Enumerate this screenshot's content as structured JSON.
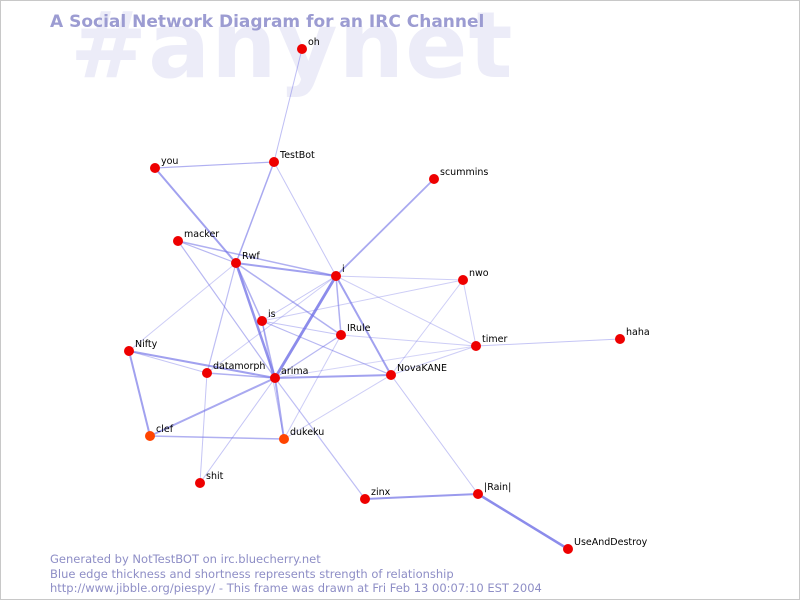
{
  "header": {
    "title": "A Social Network Diagram for an IRC Channel",
    "channel_watermark": "#anynet"
  },
  "footer": {
    "line1": "Generated by NotTestBOT on irc.bluecherry.net",
    "line2": "Blue edge thickness and shortness represents strength of relationship",
    "line3": "http://www.jibble.org/piespy/ - This frame was drawn at Fri Feb 13 00:07:10 EST 2004"
  },
  "colors": {
    "node": "#ee0000",
    "node_recent": "#ff4400",
    "edge": "#6f6fe6",
    "title": "#9c9cd2",
    "watermark": "#ececf8"
  },
  "nodes": [
    {
      "id": "oh",
      "label": "oh"
    },
    {
      "id": "TestBot",
      "label": "TestBot"
    },
    {
      "id": "you",
      "label": "you"
    },
    {
      "id": "scummins",
      "label": "scummins"
    },
    {
      "id": "macker",
      "label": "macker"
    },
    {
      "id": "Rwf",
      "label": "Rwf"
    },
    {
      "id": "i",
      "label": "i"
    },
    {
      "id": "nwo",
      "label": "nwo"
    },
    {
      "id": "is",
      "label": "is"
    },
    {
      "id": "IRule",
      "label": "IRule"
    },
    {
      "id": "timer",
      "label": "timer"
    },
    {
      "id": "haha",
      "label": "haha"
    },
    {
      "id": "Nifty",
      "label": "Nifty"
    },
    {
      "id": "datamorph",
      "label": "datamorph"
    },
    {
      "id": "arima",
      "label": "arima"
    },
    {
      "id": "NovaKANE",
      "label": "NovaKANE"
    },
    {
      "id": "clef",
      "label": "clef"
    },
    {
      "id": "dukeku",
      "label": "dukeku"
    },
    {
      "id": "shit",
      "label": "shit"
    },
    {
      "id": "zinx",
      "label": "zinx"
    },
    {
      "id": "Rain",
      "label": "|Rain|"
    },
    {
      "id": "UseAndDestroy",
      "label": "UseAndDestroy"
    }
  ]
}
